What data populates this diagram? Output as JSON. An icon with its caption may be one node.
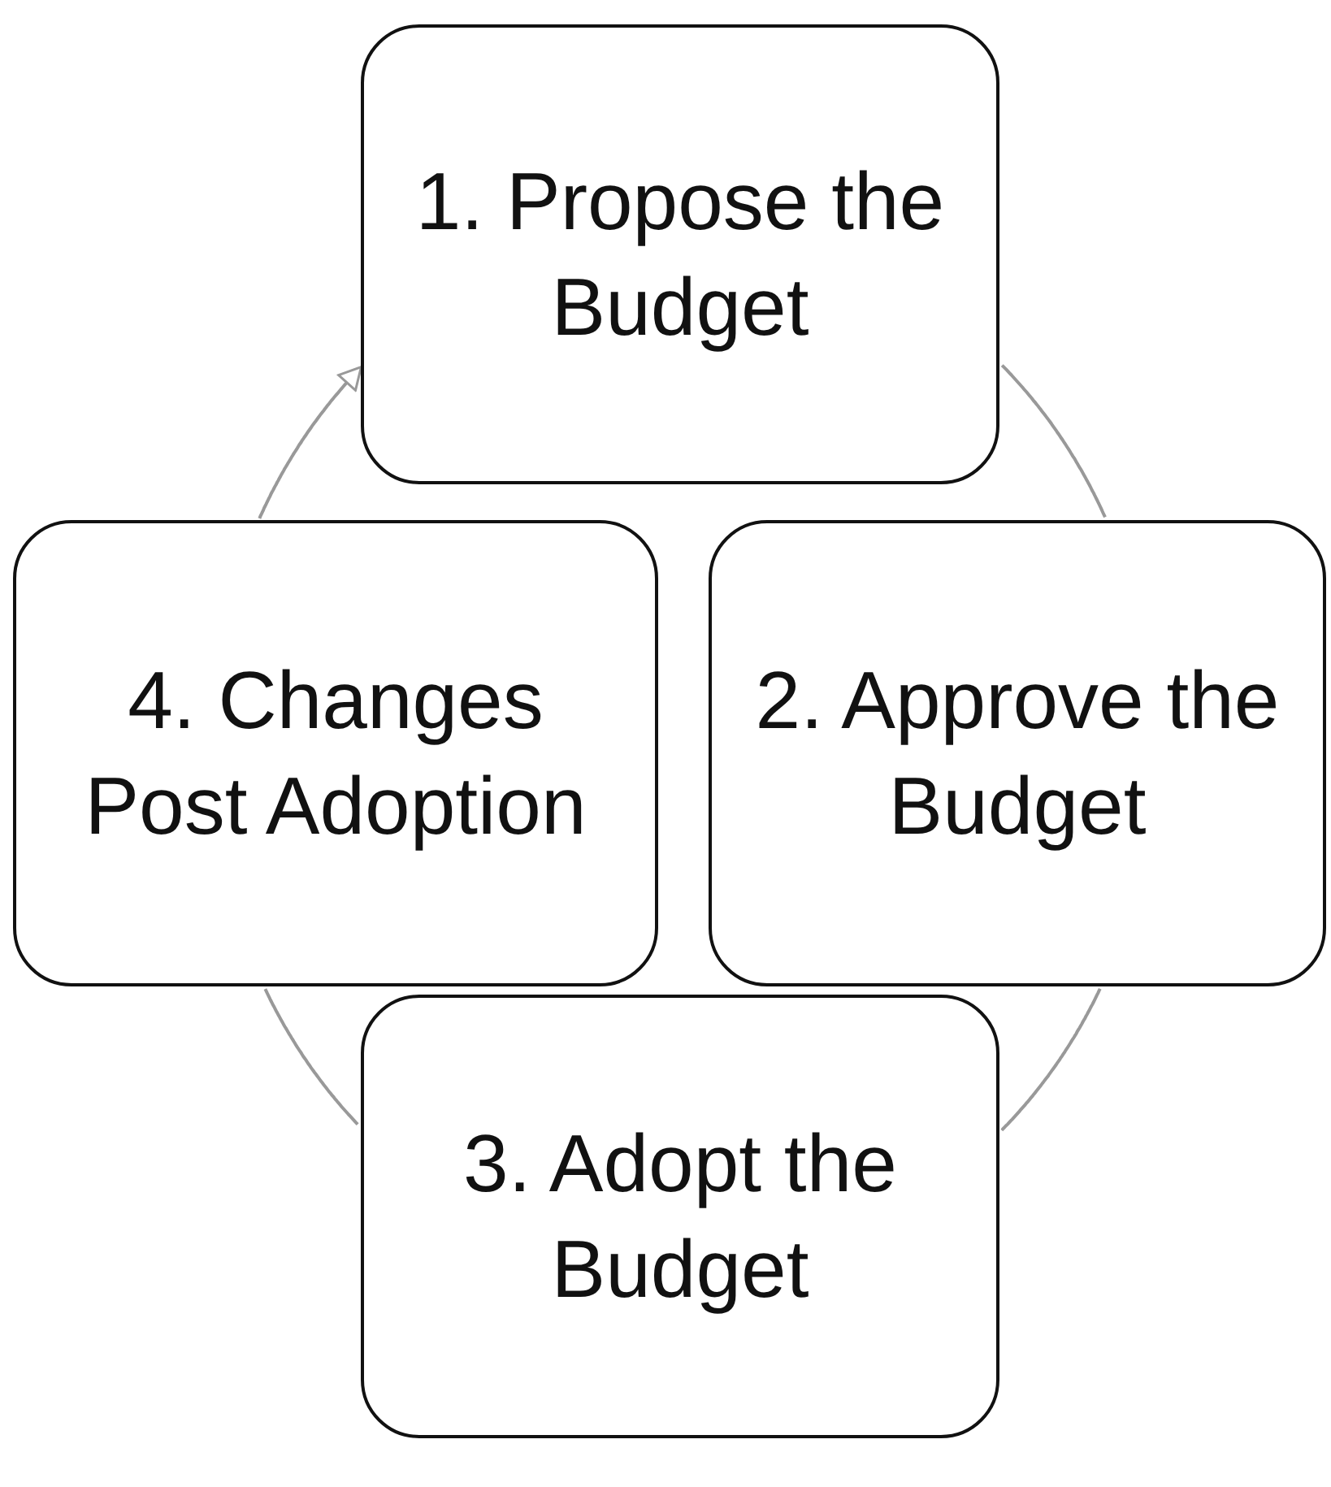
{
  "diagram": {
    "nodes": [
      {
        "text": [
          "1. Propose the Budget"
        ]
      },
      {
        "text": [
          "2. Approve the Budget"
        ]
      },
      {
        "text": [
          "3. Adopt the Budget"
        ]
      },
      {
        "text": [
          "4. Changes Post Adoption"
        ]
      }
    ],
    "edges": [
      {
        "from": 0,
        "to": 1,
        "arrow": "none"
      },
      {
        "from": 1,
        "to": 2,
        "arrow": "none"
      },
      {
        "from": 2,
        "to": 3,
        "arrow": "none"
      },
      {
        "from": 3,
        "to": 0,
        "arrow": "to"
      }
    ]
  }
}
